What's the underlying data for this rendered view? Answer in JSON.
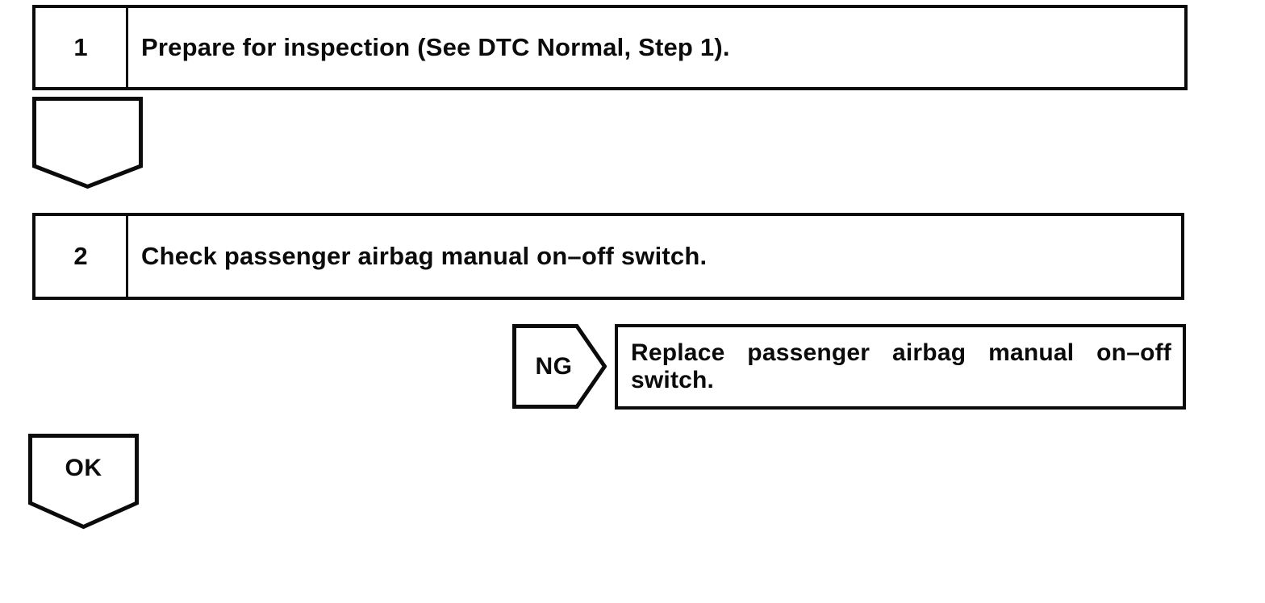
{
  "page": {
    "background": "#ffffff",
    "ink": "#0b0b0b"
  },
  "flowchart": {
    "steps": [
      {
        "number": "1",
        "text": "Prepare for inspection (See DTC Normal, Step 1)."
      },
      {
        "number": "2",
        "text": "Check passenger airbag manual on–off switch."
      }
    ],
    "ng_label": "NG",
    "ng_action": "Replace passenger airbag manual on–off switch.",
    "ok_label": "OK"
  }
}
